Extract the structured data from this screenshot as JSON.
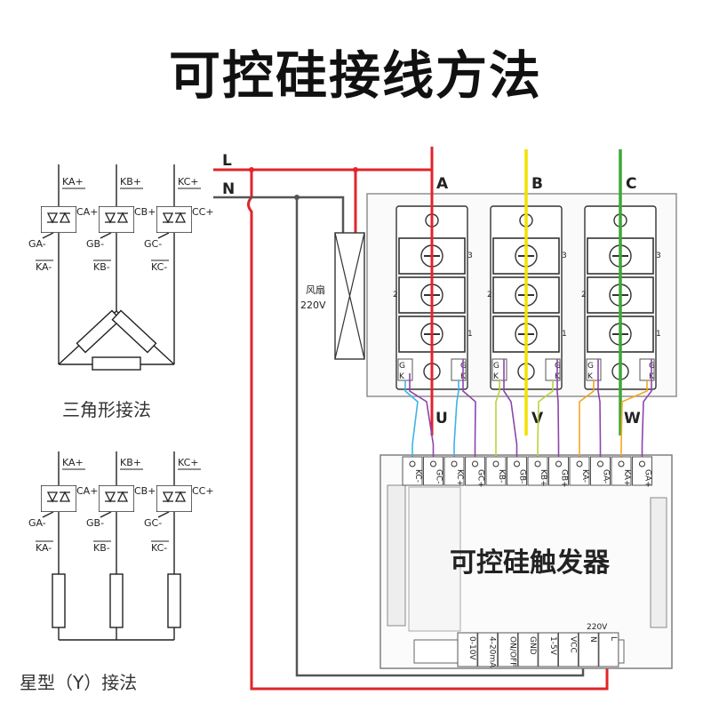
{
  "title": "可控硅接线方法",
  "left": {
    "delta_caption": "三角形接法",
    "star_caption": "星型（Y）接法",
    "top_labels": [
      "KA+",
      "KB+",
      "KC+"
    ],
    "gate_plus": [
      "CA+",
      "CB+",
      "CC+"
    ],
    "gate_minus": [
      "GA-",
      "GB-",
      "GC-"
    ],
    "bottom_labels": [
      "KA-",
      "KB-",
      "KC-"
    ]
  },
  "power": {
    "live": "L",
    "neutral": "N"
  },
  "fan": {
    "label": "风扇",
    "voltage": "220V"
  },
  "phases": {
    "inputs": [
      "A",
      "B",
      "C"
    ],
    "outputs": [
      "U",
      "V",
      "W"
    ]
  },
  "module": {
    "terminal_numbers": [
      "3",
      "2",
      "1"
    ],
    "pin_g": "G",
    "pin_k": "K"
  },
  "trigger": {
    "label": "可控硅触发器",
    "voltage": "220V",
    "top_terminals": [
      "KC-",
      "GC-",
      "KC+",
      "GC+",
      "KB-",
      "GB-",
      "KB+",
      "GB+",
      "KA-",
      "GA-",
      "KA+",
      "GA+"
    ],
    "bottom_terminals": [
      "0-10V",
      "4-20mA",
      "ON/OFF",
      "GND",
      "1-5V",
      "VCC",
      "N",
      "L"
    ]
  },
  "colors": {
    "live": "#e1242b",
    "neutral": "#555555",
    "phase_a": "#e1242b",
    "phase_b": "#f2e200",
    "phase_c": "#3aa935",
    "wire_kc": "#3db3e6",
    "wire_gc": "#8e44ad",
    "wire_kb": "#b7d53a",
    "wire_ka": "#f5a623"
  }
}
